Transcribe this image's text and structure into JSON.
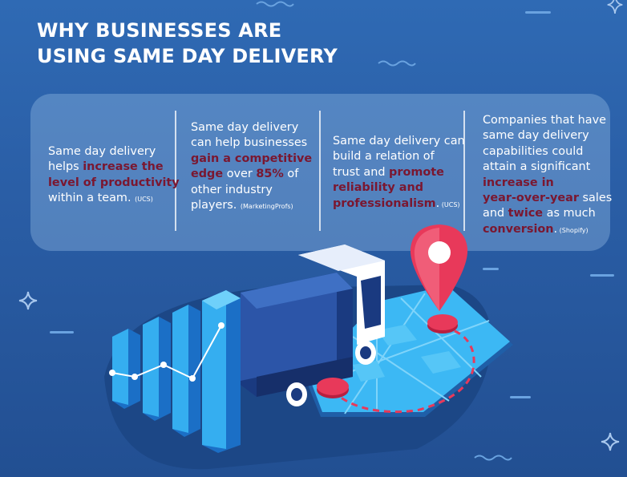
{
  "title": {
    "line1": "WHY BUSINESSES ARE",
    "line2": "USING SAME DAY DELIVERY"
  },
  "stats": [
    {
      "l1": "Same day delivery",
      "l2a": "helps ",
      "l2b": "increase the",
      "l3": "level of productivity",
      "l4a": "within a team. ",
      "l4b": "(UCS)"
    },
    {
      "l1": "Same day delivery",
      "l2": "can help businesses",
      "l3": "gain a competitive",
      "l4a": "edge",
      "l4b": " over ",
      "l4c": "85%",
      "l4d": " of",
      "l5": "other industry",
      "l6a": "players. ",
      "l6b": "(MarketingProfs)"
    },
    {
      "l1": "Same day delivery can",
      "l2": "build a relation of",
      "l3a": "trust and ",
      "l3b": "promote",
      "l4": "reliability and",
      "l5a": "professionalism",
      "l5b": ".",
      "l5c": " (UCS)"
    },
    {
      "l1": "Companies that have",
      "l2": "same day delivery",
      "l3": "capabilities could",
      "l4": "attain a significant",
      "l5": "increase in",
      "l6a": "year-over-year",
      "l6b": " sales",
      "l7a": "and ",
      "l7b": "twice",
      "l7c": " as much",
      "l8a": "conversion",
      "l8b": ".",
      "l8c": " (Shopify)"
    }
  ],
  "colors": {
    "highlight": "#7a1730",
    "pin": "#e8395a",
    "truck_box": "#1f3f8a",
    "bars": "#2ea8ee",
    "map": "#35b4f2"
  },
  "icons": [
    "sparkle-icon",
    "wave-icon",
    "location-pin-icon",
    "delivery-truck-icon",
    "bar-chart-icon",
    "map-icon"
  ]
}
